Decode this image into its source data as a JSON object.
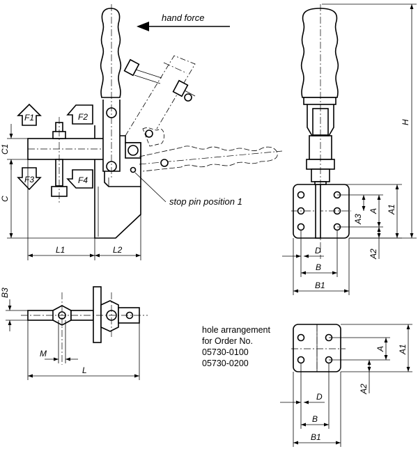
{
  "annotations": {
    "hand_force": "hand force",
    "stop_pin": "stop pin position 1",
    "hole_arrangement": [
      "hole arrangement",
      "for Order No.",
      "05730-0100",
      "05730-0200"
    ]
  },
  "force_labels": {
    "f1": "F1",
    "f2": "F2",
    "f3": "F3",
    "f4": "F4"
  },
  "dimensions": {
    "c1": "C1",
    "c": "C",
    "l1": "L1",
    "l2": "L2",
    "b3": "B3",
    "m": "M",
    "l": "L",
    "h": "H",
    "a": "A",
    "a1": "A1",
    "a2": "A2",
    "a3": "A3",
    "d": "D",
    "b": "B",
    "b1": "B1",
    "a_2": "A",
    "a1_2": "A1",
    "a2_2": "A2",
    "d_2": "D",
    "b_2": "B",
    "b1_2": "B1"
  }
}
